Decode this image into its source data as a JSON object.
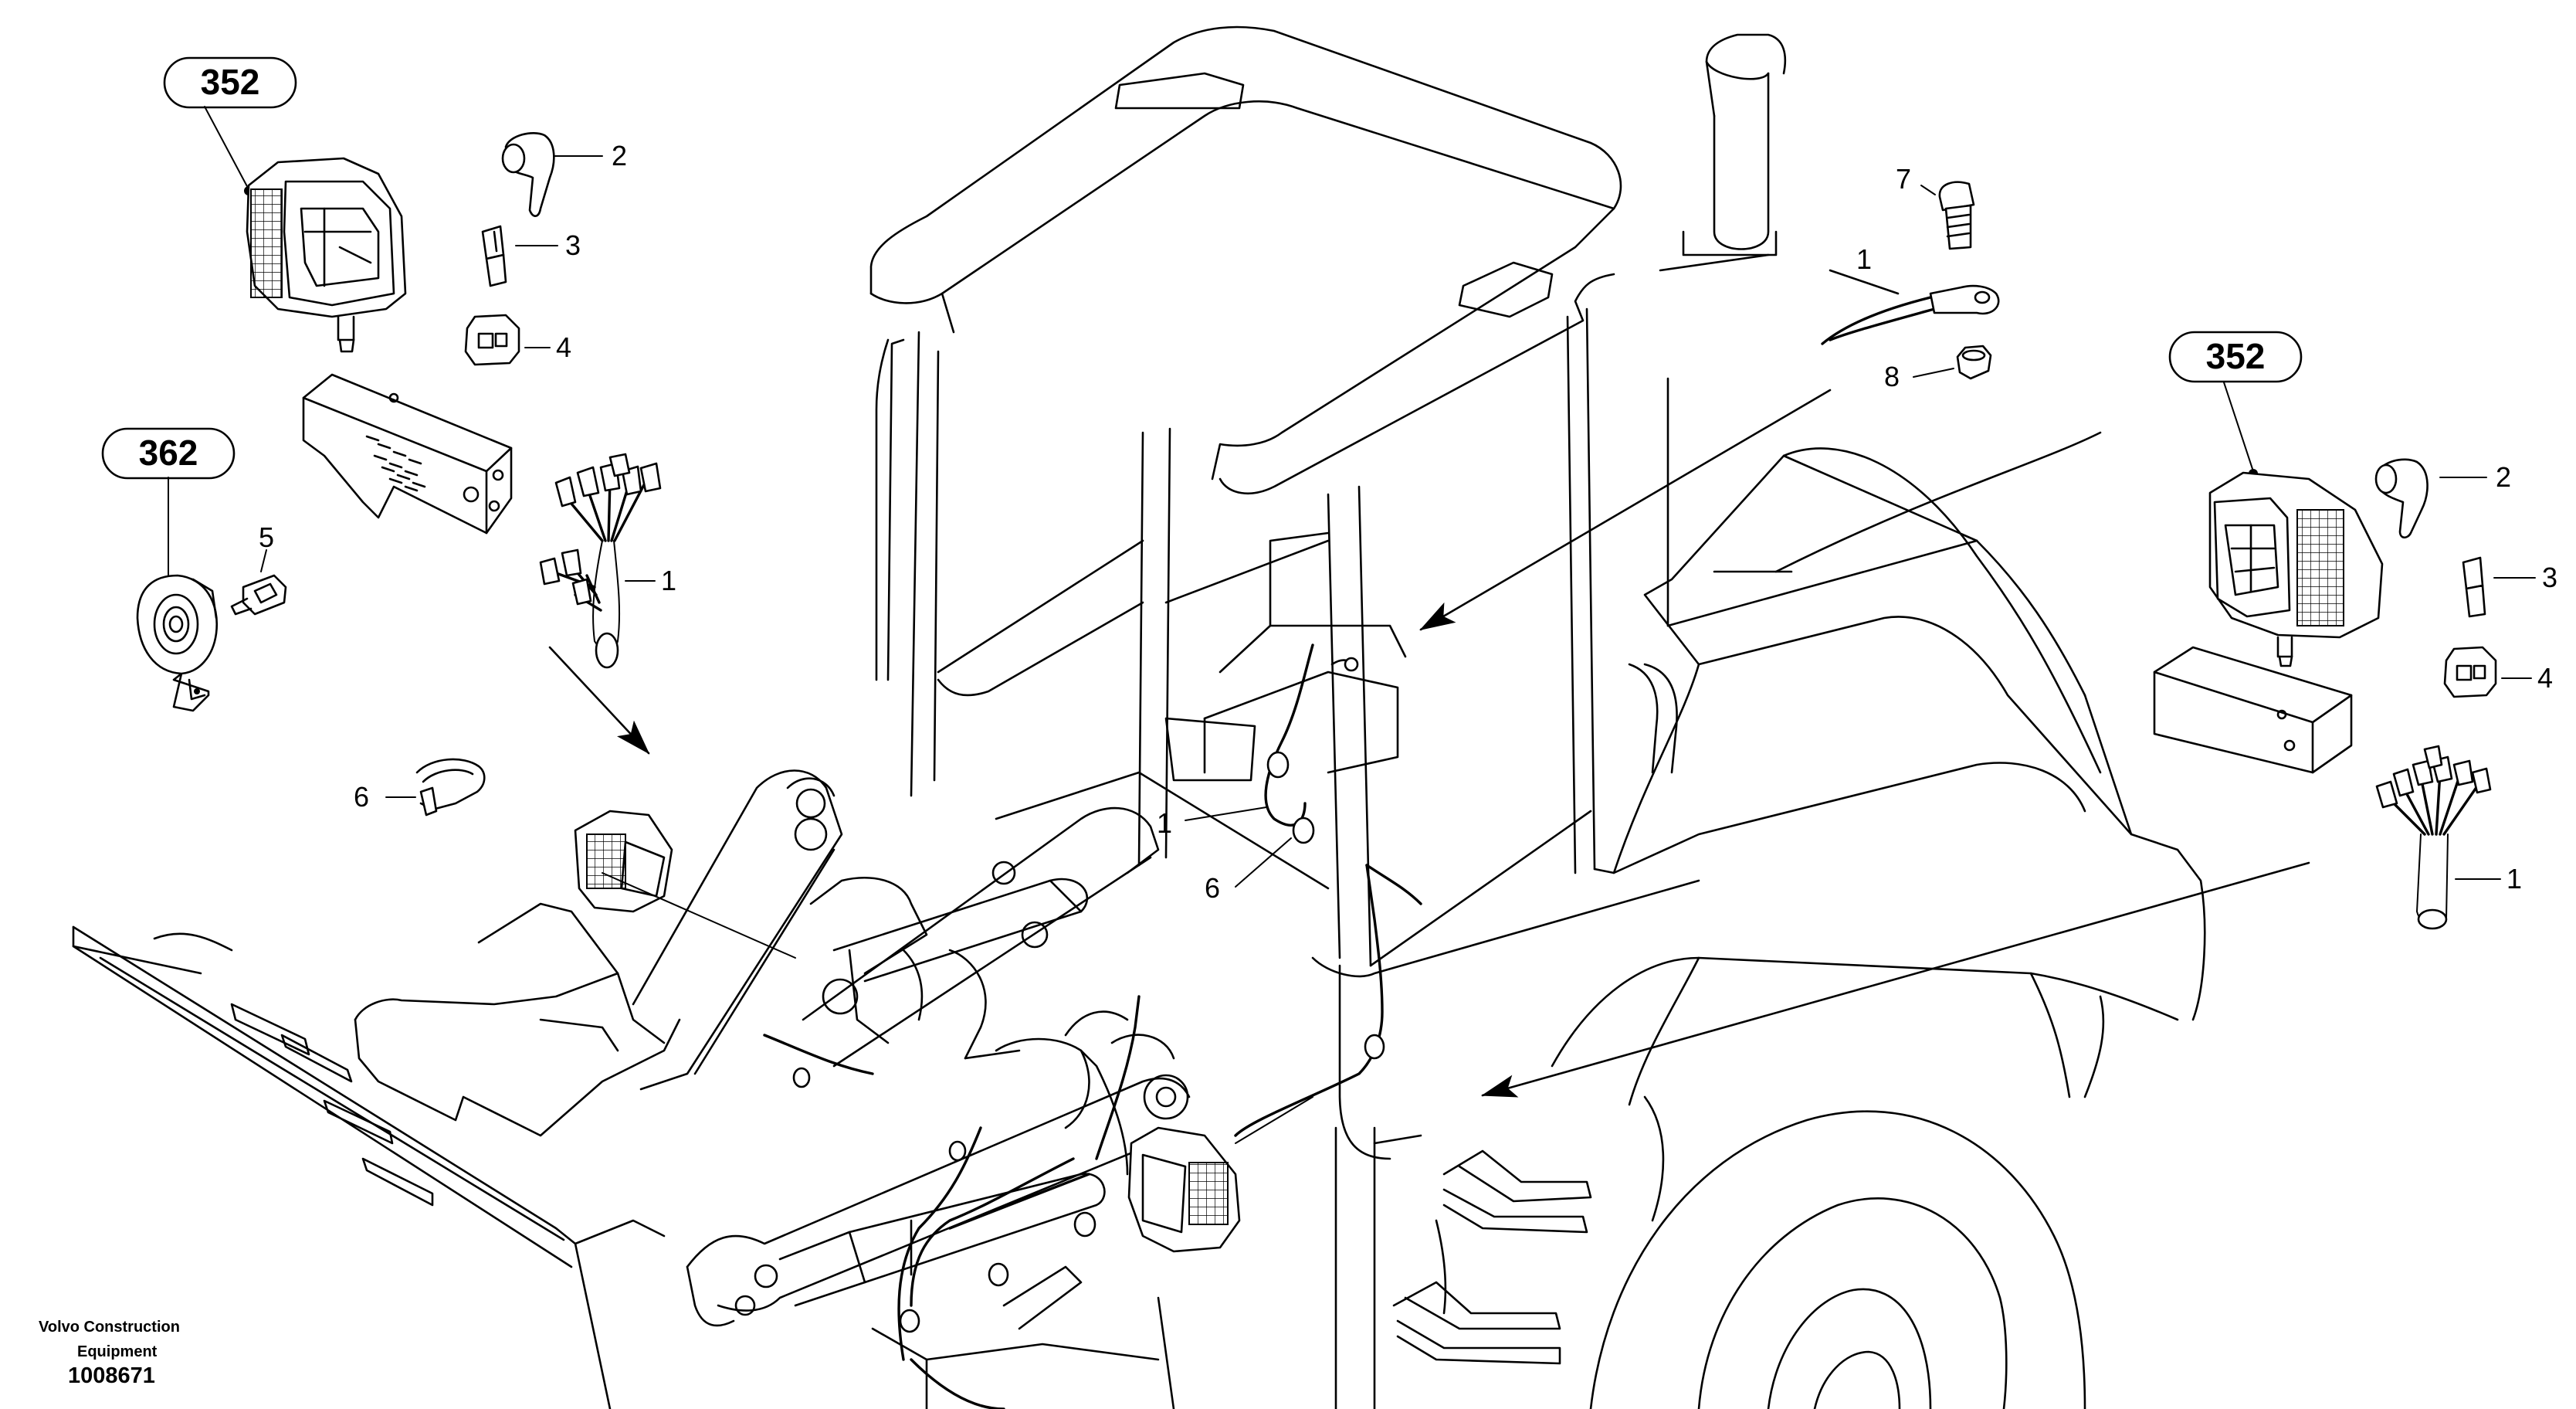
{
  "group_refs": {
    "top_left": "352",
    "left_middle": "362",
    "right": "352"
  },
  "callouts": {
    "tl_2": "2",
    "tl_3": "3",
    "tl_4": "4",
    "tl_1": "1",
    "tl_5": "5",
    "tl_6": "6",
    "ground_7": "7",
    "ground_1": "1",
    "ground_8": "8",
    "cab_1": "1",
    "cab_6": "6",
    "r_2": "2",
    "r_3": "3",
    "r_4": "4",
    "r_1": "1"
  },
  "footer": {
    "brand_line1": "Volvo Construction",
    "brand_line2": "Equipment",
    "drawing_number": "1008671"
  },
  "colors": {
    "ink": "#000000",
    "paper": "#ffffff"
  }
}
